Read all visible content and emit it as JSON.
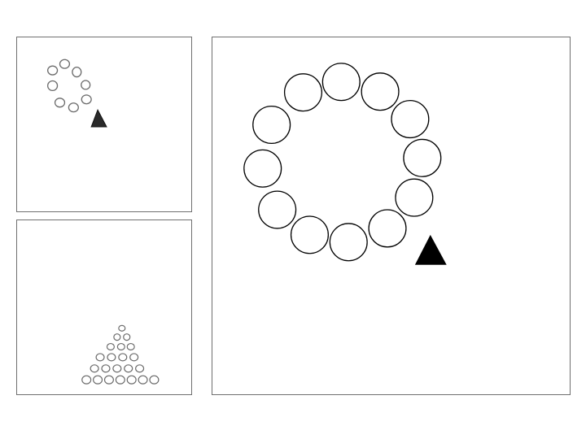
{
  "panels": [
    {
      "id": "top-left",
      "style": "sketch",
      "content": "ring-of-circles-with-triangle"
    },
    {
      "id": "bottom-left",
      "style": "sketch",
      "content": "triangular-stack-of-circles"
    },
    {
      "id": "main",
      "style": "clean",
      "content": "ring-of-circles-with-triangle"
    }
  ],
  "shapes": {
    "ring_circle_count": 12,
    "stack_row_counts": [
      1,
      2,
      3,
      4,
      5,
      6
    ],
    "triangle_color": "#000000",
    "stroke_color": "#000000"
  },
  "colors": {
    "background": "#ffffff",
    "panel_border": "#6f6f6f",
    "sketch_stroke": "#555555"
  }
}
